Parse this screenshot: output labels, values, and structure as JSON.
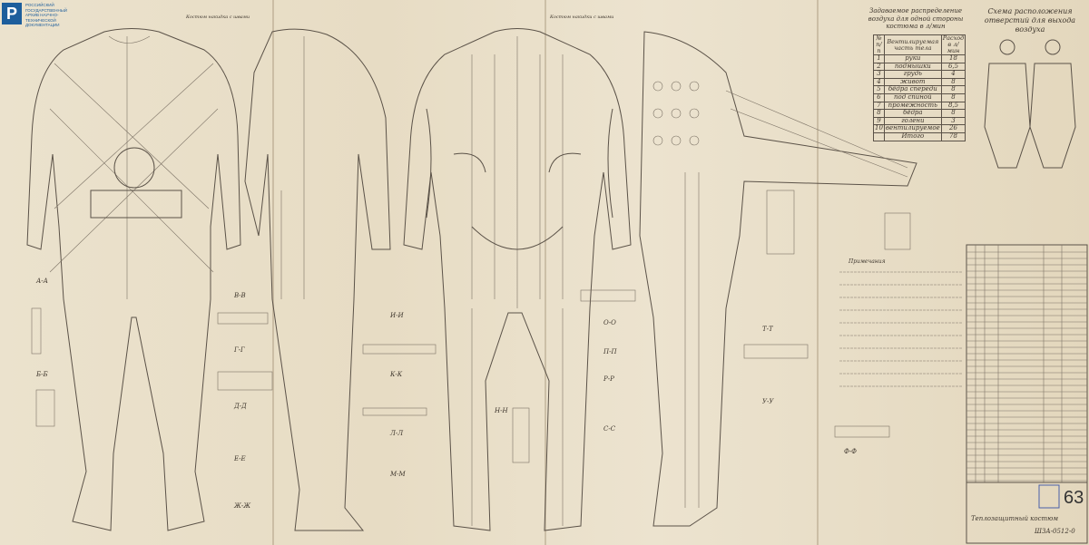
{
  "archive_logo": {
    "mark": "Р",
    "text": "Российский государственный архив научно-технической документации",
    "color": "#1d5e9c"
  },
  "views": {
    "front_outer": "Костюм накидка с швами",
    "front_vent": "Костюм накидки с швами"
  },
  "air_table": {
    "title": "Задаваемое распределение воздуха для одной стороны костюма в л/мин",
    "headers": [
      "№ п/п",
      "Вентилируемая часть тела",
      "Расход в л/мин"
    ],
    "rows": [
      [
        "1",
        "руки",
        "18"
      ],
      [
        "2",
        "подмышки",
        "6,5"
      ],
      [
        "3",
        "грудь",
        "4"
      ],
      [
        "4",
        "живот",
        "8"
      ],
      [
        "5",
        "бёдра спереди",
        "8"
      ],
      [
        "6",
        "под спиной",
        "8"
      ],
      [
        "7",
        "промежность",
        "8,5"
      ],
      [
        "8",
        "бёдра",
        "8"
      ],
      [
        "9",
        "голени",
        "3"
      ],
      [
        "10",
        "вентилируемое",
        "26"
      ],
      [
        "",
        "Итого",
        "78"
      ]
    ]
  },
  "scheme": {
    "title": "Схема расположения отверстий для выхода воздуха"
  },
  "sections": [
    "А-А",
    "Б-Б",
    "В-В",
    "Г-Г",
    "Д-Д",
    "Е-Е",
    "Ж-Ж",
    "И-И",
    "К-К",
    "Л-Л",
    "М-М",
    "Н-Н",
    "О-О",
    "П-П",
    "Р-Р",
    "С-С",
    "Т-Т",
    "У-У",
    "Ф-Ф"
  ],
  "notes": {
    "title": "Примечания",
    "count": 10
  },
  "title_block": {
    "name": "Теплозащитный костюм",
    "code": "ШЗА-0512-0",
    "sheet_number": "63"
  },
  "colors": {
    "paper": "#e6dcc6",
    "ink": "#5b5248",
    "stamp": "#4a5fa8"
  }
}
